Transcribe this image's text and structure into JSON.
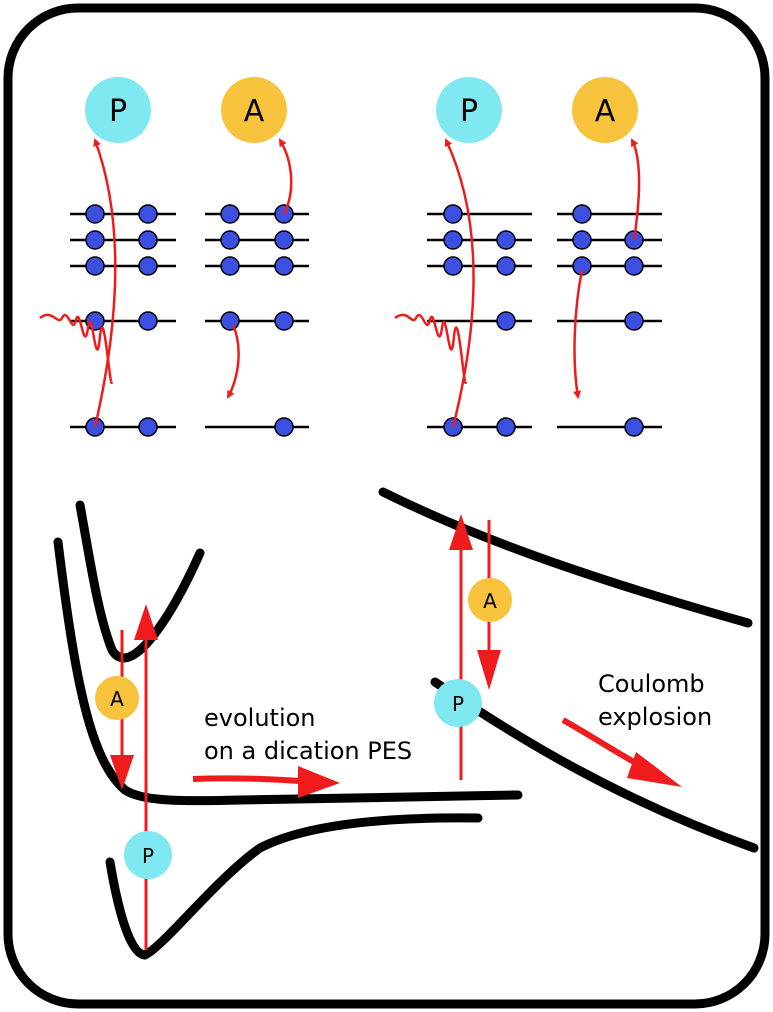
{
  "colors": {
    "probe": "#7fe8f0",
    "auger": "#f7c23c",
    "arrow": "#ee1c1c",
    "electron": "#3b4fe0",
    "line": "#000000",
    "background": "#ffffff"
  },
  "icons": {
    "pulse": "wavy-pulse-icon"
  },
  "top": {
    "left": {
      "probe_label": "P",
      "auger_label": "A"
    },
    "right": {
      "probe_label": "P",
      "auger_label": "A"
    }
  },
  "bottom": {
    "left": {
      "auger_label": "A",
      "probe_label": "P",
      "caption_line1": "evolution",
      "caption_line2": "on a dication PES"
    },
    "right": {
      "auger_label": "A",
      "probe_label": "P",
      "caption_line1": "Coulomb",
      "caption_line2": "explosion"
    }
  }
}
